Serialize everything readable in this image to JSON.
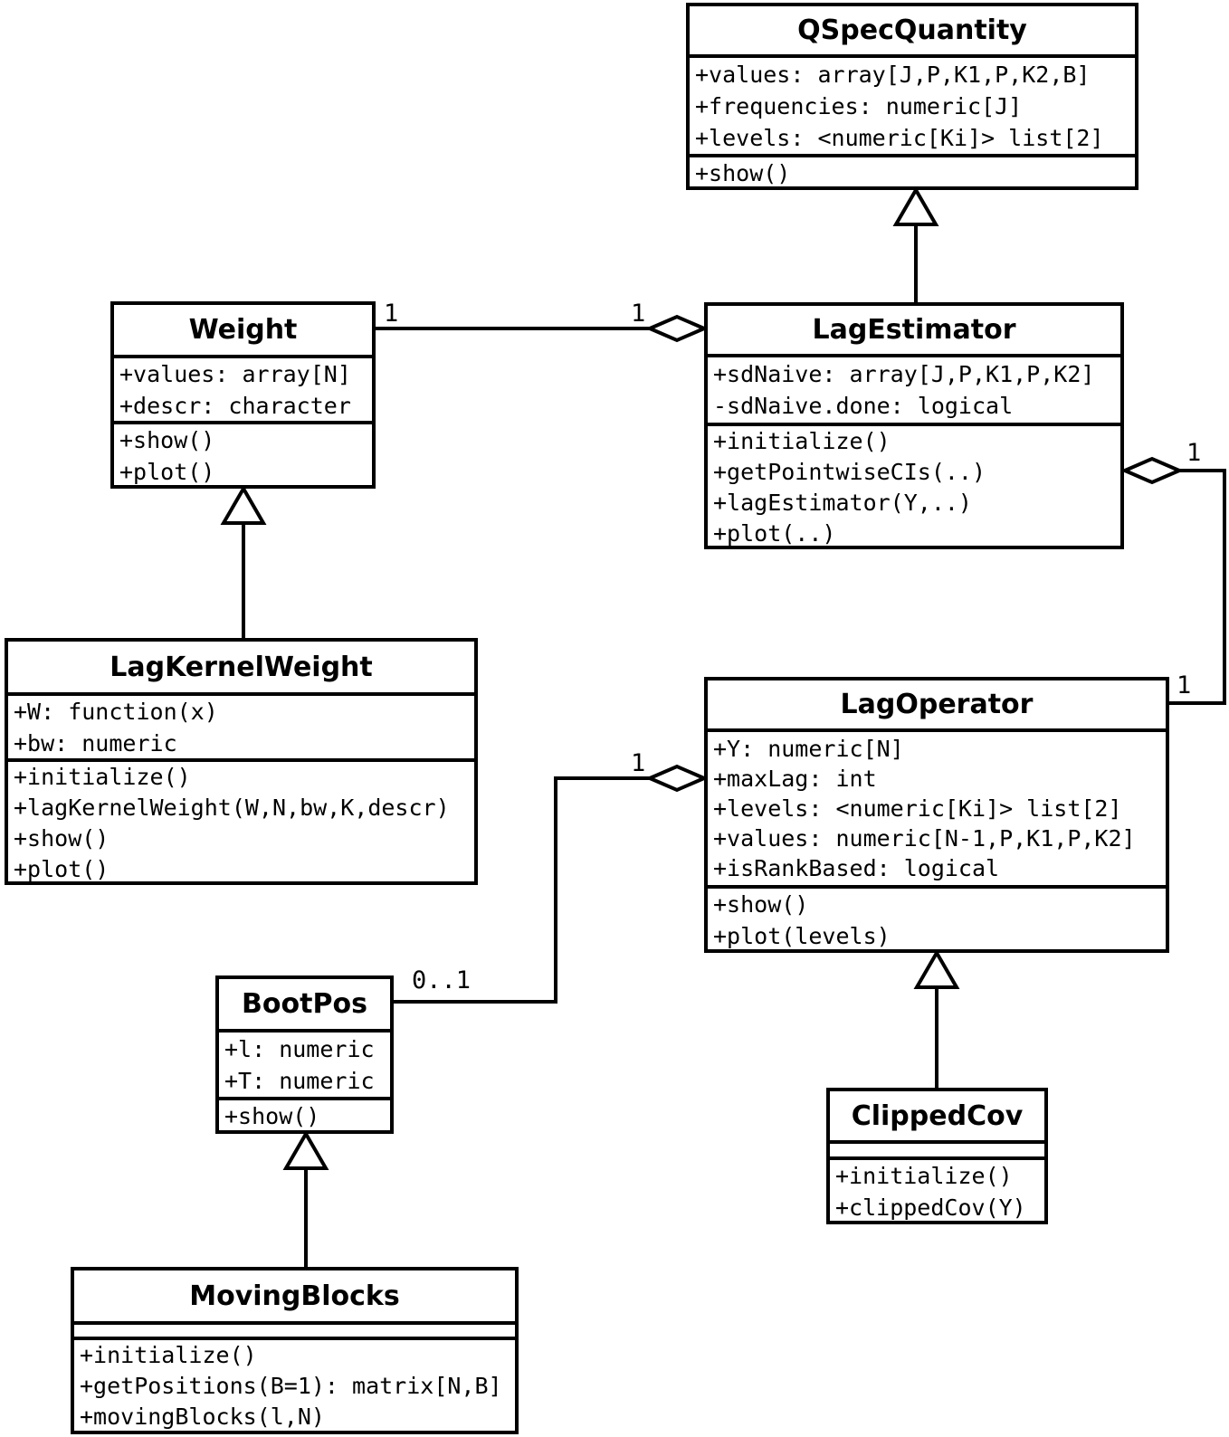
{
  "classes": {
    "qspecquantity": {
      "name": "QSpecQuantity",
      "attributes": [
        "+values: array[J,P,K1,P,K2,B]",
        "+frequencies: numeric[J]",
        "+levels: <numeric[Ki]> list[2]"
      ],
      "methods": [
        "+show()"
      ]
    },
    "weight": {
      "name": "Weight",
      "attributes": [
        "+values: array[N]",
        "+descr: character"
      ],
      "methods": [
        "+show()",
        "+plot()"
      ]
    },
    "lagestimator": {
      "name": "LagEstimator",
      "attributes": [
        "+sdNaive: array[J,P,K1,P,K2]",
        "-sdNaive.done: logical"
      ],
      "methods": [
        "+initialize()",
        "+getPointwiseCIs(..)",
        "+lagEstimator(Y,..)",
        "+plot(..)"
      ]
    },
    "lagkernelweight": {
      "name": "LagKernelWeight",
      "attributes": [
        "+W: function(x)",
        "+bw: numeric"
      ],
      "methods": [
        "+initialize()",
        "+lagKernelWeight(W,N,bw,K,descr)",
        "+show()",
        "+plot()"
      ]
    },
    "lagoperator": {
      "name": "LagOperator",
      "attributes": [
        "+Y: numeric[N]",
        "+maxLag: int",
        "+levels: <numeric[Ki]> list[2]",
        "+values: numeric[N-1,P,K1,P,K2]",
        "+isRankBased: logical"
      ],
      "methods": [
        "+show()",
        "+plot(levels)"
      ]
    },
    "bootpos": {
      "name": "BootPos",
      "attributes": [
        "+l: numeric",
        "+T: numeric"
      ],
      "methods": [
        "+show()"
      ]
    },
    "clippedcov": {
      "name": "ClippedCov",
      "attributes": [],
      "methods": [
        "+initialize()",
        "+clippedCov(Y)"
      ]
    },
    "movingblocks": {
      "name": "MovingBlocks",
      "attributes": [],
      "methods": [
        "+initialize()",
        "+getPositions(B=1): matrix[N,B]",
        "+movingBlocks(l,N)"
      ]
    }
  },
  "multiplicities": {
    "weight_side": "1",
    "weight_lagestimator_diamond": "1",
    "lagestimator_right": "1",
    "lagoperator_right": "1",
    "bootpos_side": "0..1",
    "lagoperator_left_diamond": "1"
  },
  "colors": {
    "line": "#000000",
    "background": "#ffffff"
  }
}
